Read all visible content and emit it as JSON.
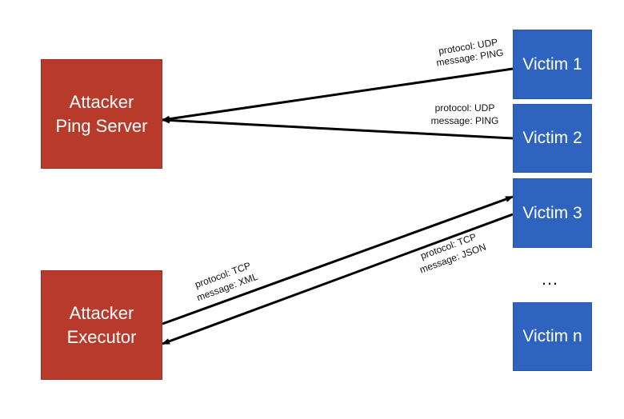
{
  "attackers": {
    "ping_server": {
      "line1": "Attacker",
      "line2": "Ping Server"
    },
    "executor": {
      "line1": "Attacker",
      "line2": "Executor"
    }
  },
  "victims": {
    "v1": "Victim 1",
    "v2": "Victim 2",
    "v3": "Victim 3",
    "vn": "Victim n",
    "ellipsis": "…"
  },
  "edges": {
    "v1_to_ping": {
      "protocol": "protocol: UDP",
      "message": "message: PING"
    },
    "v2_to_ping": {
      "protocol": "protocol: UDP",
      "message": "message: PING"
    },
    "executor_to_v3": {
      "protocol": "protocol: TCP",
      "message": "message: XML"
    },
    "v3_to_executor": {
      "protocol": "protocol: TCP",
      "message": "message: JSON"
    }
  },
  "colors": {
    "attacker": "#b83a2a",
    "victim": "#2e64c0",
    "arrow": "#000000"
  }
}
